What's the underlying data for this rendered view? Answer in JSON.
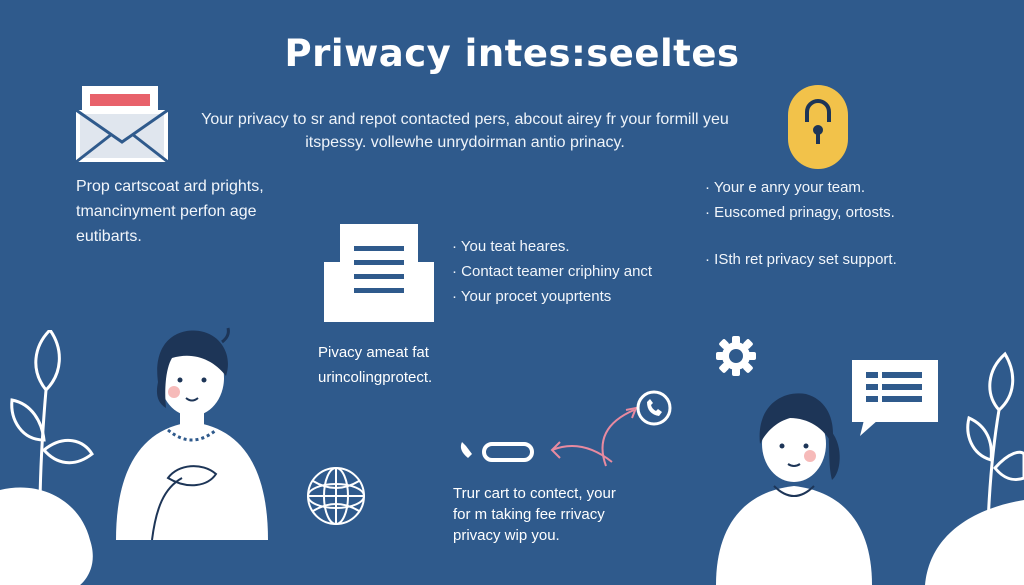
{
  "header": {
    "title": "Priwacy  intes:seeltes"
  },
  "intro": {
    "line1": "Your privacy to sr and repot contacted pers, abcout airey fr your formill yeu",
    "line2": "itspessy. vollewhe unrydoirman antio prinacy."
  },
  "left_block": {
    "line1": "Prop cartscoat ard prights,",
    "line2": "tmancinyment perfon age",
    "line3": "eutibarts."
  },
  "middle_list": [
    "· You teat heares.",
    "· Contact teamer criphiny anct",
    "· Your procet youprtents"
  ],
  "right_list": [
    "· Your e anry your team.",
    "· Euscomed prinagy, ortosts.",
    "· ISth ret privacy set support."
  ],
  "middle_note": {
    "line1": "Pivacy ameat fat",
    "line2": "urincolingprotect."
  },
  "bottom_note": {
    "line1": "Trur cart to contect, your",
    "line2": "for m taking fee rrivacy",
    "line3": "privacy wip you."
  },
  "icons": {
    "envelope": "envelope-icon",
    "lock": "padlock-icon",
    "document": "document-icon",
    "gear": "gear-icon",
    "globe": "globe-icon",
    "phone": "phone-icon",
    "chat": "chat-bubble-icon"
  },
  "colors": {
    "background": "#2f5a8c",
    "accent_yellow": "#f2c24a",
    "accent_red": "#e8616a",
    "accent_pink": "#e88aa0",
    "figure_white": "#ffffff",
    "hair_navy": "#1d3557"
  }
}
